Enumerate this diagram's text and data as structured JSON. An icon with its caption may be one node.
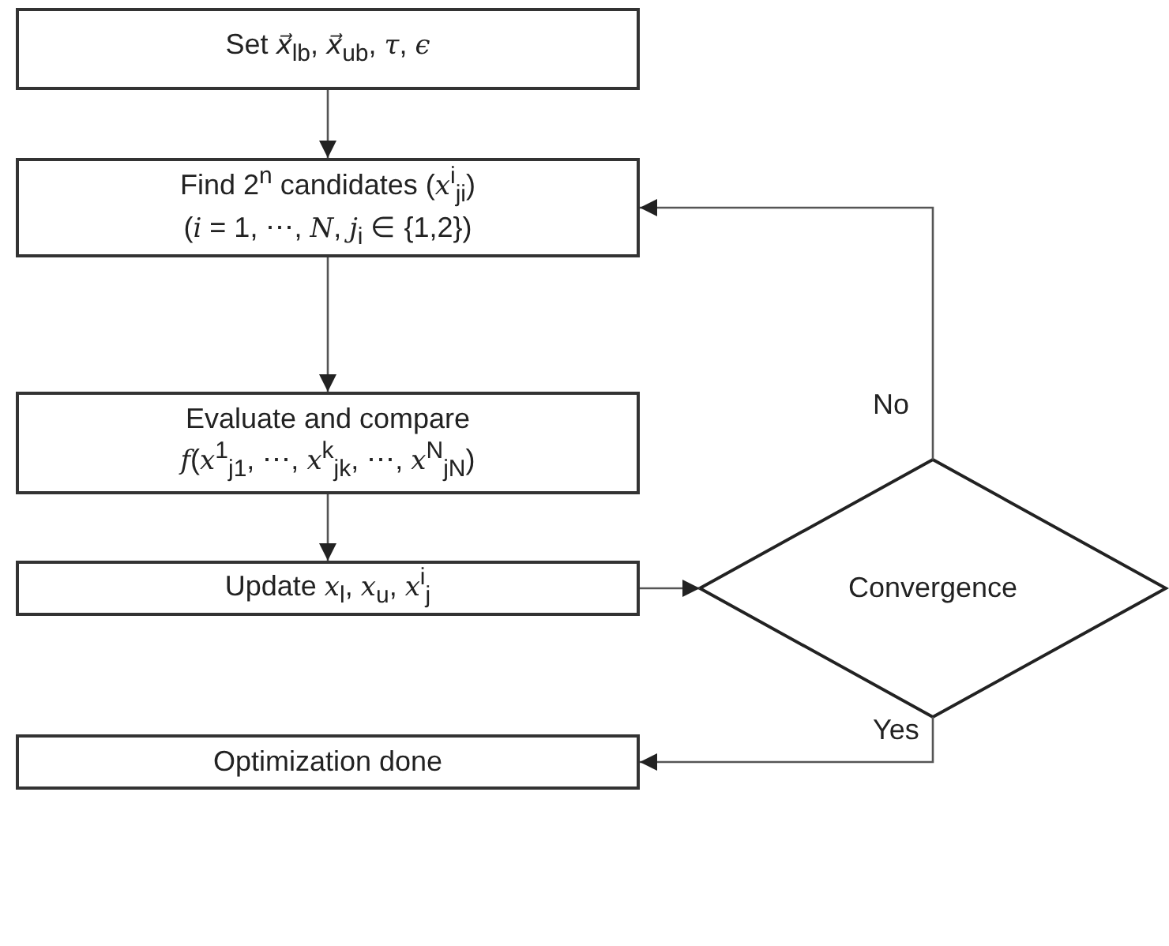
{
  "diagram": {
    "nodes": [
      {
        "text": [
          "Set *x⃗*$_{lb}$, *x⃗*$_{ub}$, *τ*, *ϵ*"
        ]
      },
      {
        "text": [
          "Find 2$^{n}$ candidates (*x*$^{i}$$_{ji}$)",
          "(*i* = 1, ⋯, *N*, *j*$_{i}$ ∈ {1,2})"
        ]
      },
      {
        "text": [
          "Evaluate and compare",
          "*f*(*x*$^{1}$$_{j1}$, ⋯, *x*$^{k}$$_{jk}$, ⋯, *x*$^{N}$$_{jN}$)"
        ]
      },
      {
        "text": [
          "Update *x*$_{l}$, *x*$_{u}$, *x*$^{i}$$_{j}$"
        ]
      },
      {
        "text": [
          "Convergence"
        ]
      },
      {
        "text": [
          "Optimization done"
        ]
      }
    ],
    "edges": [
      {
        "from": 0,
        "to": 1,
        "arrow": "to"
      },
      {
        "from": 1,
        "to": 2,
        "arrow": "to"
      },
      {
        "from": 2,
        "to": 3,
        "arrow": "to"
      },
      {
        "from": 3,
        "to": 4,
        "arrow": "to"
      },
      {
        "from": 4,
        "to": 1,
        "arrow": "to",
        "label": "No"
      },
      {
        "from": 4,
        "to": 5,
        "arrow": "to",
        "label": "Yes"
      }
    ]
  }
}
